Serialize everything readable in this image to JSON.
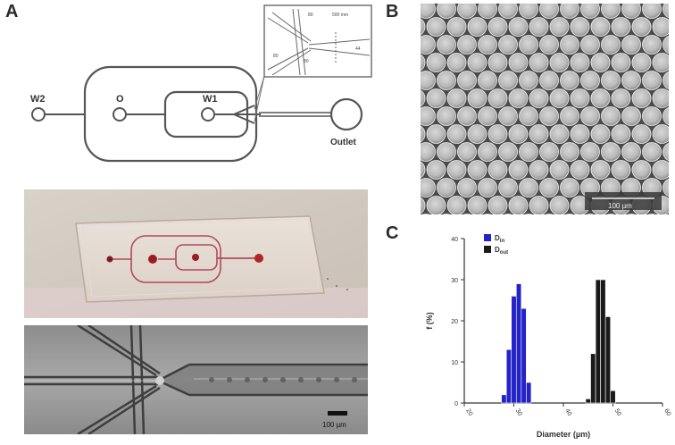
{
  "panels": {
    "a": "A",
    "b": "B",
    "c": "C"
  },
  "schematic": {
    "inlet_w2": "W2",
    "inlet_o": "O",
    "inlet_w1": "W1",
    "outlet": "Outlet",
    "inset_labels": [
      "80",
      "500 mm",
      "80",
      "80",
      "44"
    ]
  },
  "micrograph": {
    "scale_bar": "100 µm"
  },
  "sem": {
    "scale_bar": "100 µm"
  },
  "chart_data": {
    "type": "bar",
    "xlabel": "Diameter (µm)",
    "ylabel": "f (%)",
    "ylim": [
      0,
      40
    ],
    "yticks": [
      0,
      10,
      20,
      30,
      40
    ],
    "xlim": [
      20,
      60
    ],
    "series": [
      {
        "name": "D_in",
        "label_main": "D",
        "label_sub": "in",
        "color": "#2323c8",
        "x": [
          28,
          29,
          30,
          31,
          32,
          33
        ],
        "values": [
          2,
          13,
          26,
          29,
          23,
          5
        ]
      },
      {
        "name": "D_out",
        "label_main": "D",
        "label_sub": "out",
        "color": "#1a1a1a",
        "x": [
          45,
          46,
          47,
          48,
          49,
          50
        ],
        "values": [
          1,
          12,
          30,
          30,
          21,
          3
        ]
      }
    ],
    "legend_position": "top-left"
  }
}
